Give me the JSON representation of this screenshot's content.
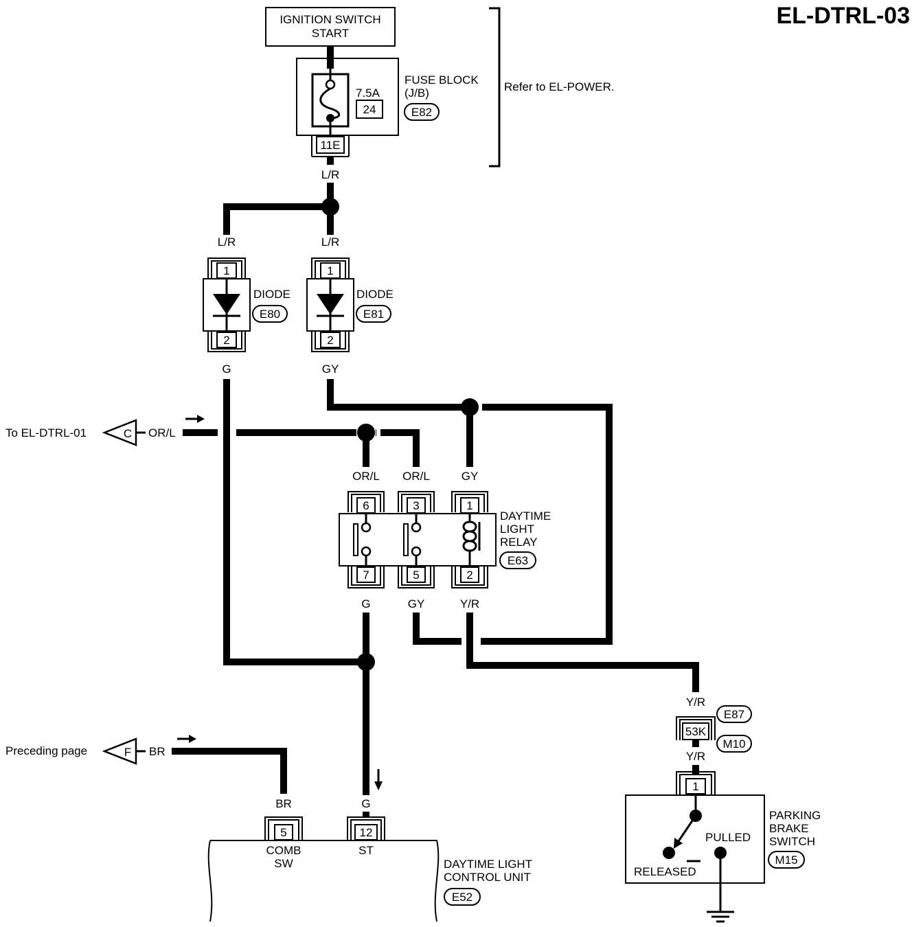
{
  "page_code": "EL-DTRL-03",
  "ignition": {
    "line1": "IGNITION SWITCH",
    "line2": "START"
  },
  "fuse_block": {
    "name": "FUSE BLOCK",
    "sub": "(J/B)",
    "rating": "7.5A",
    "fuse_no": "24",
    "connector": "E82",
    "terminal": "11E"
  },
  "refer_note": "Refer to EL-POWER.",
  "wire_colors": {
    "lr": "L/R",
    "g": "G",
    "gy": "GY",
    "orl": "OR/L",
    "yr": "Y/R",
    "br": "BR"
  },
  "diode_e80": {
    "label": "DIODE",
    "connector": "E80",
    "pin_in": "1",
    "pin_out": "2"
  },
  "diode_e81": {
    "label": "DIODE",
    "connector": "E81",
    "pin_in": "1",
    "pin_out": "2"
  },
  "relay": {
    "line1": "DAYTIME",
    "line2": "LIGHT",
    "line3": "RELAY",
    "connector": "E63",
    "pins_top": [
      "6",
      "3",
      "1"
    ],
    "pins_bottom": [
      "7",
      "5",
      "2"
    ]
  },
  "offpage_c": {
    "text": "To EL-DTRL-01",
    "letter": "C"
  },
  "offpage_f": {
    "text": "Preceding page",
    "letter": "F"
  },
  "joint": {
    "top": "E87",
    "bottom": "M10",
    "connector": "53K"
  },
  "parking_brake": {
    "line1": "PARKING",
    "line2": "BRAKE",
    "line3": "SWITCH",
    "connector": "M15",
    "pin": "1",
    "pulled": "PULLED",
    "released": "RELEASED"
  },
  "control_unit": {
    "line1": "DAYTIME LIGHT",
    "line2": "CONTROL UNIT",
    "connector": "E52",
    "pin_comb": "5",
    "comb_line1": "COMB",
    "comb_line2": "SW",
    "pin_st": "12",
    "st_label": "ST"
  }
}
